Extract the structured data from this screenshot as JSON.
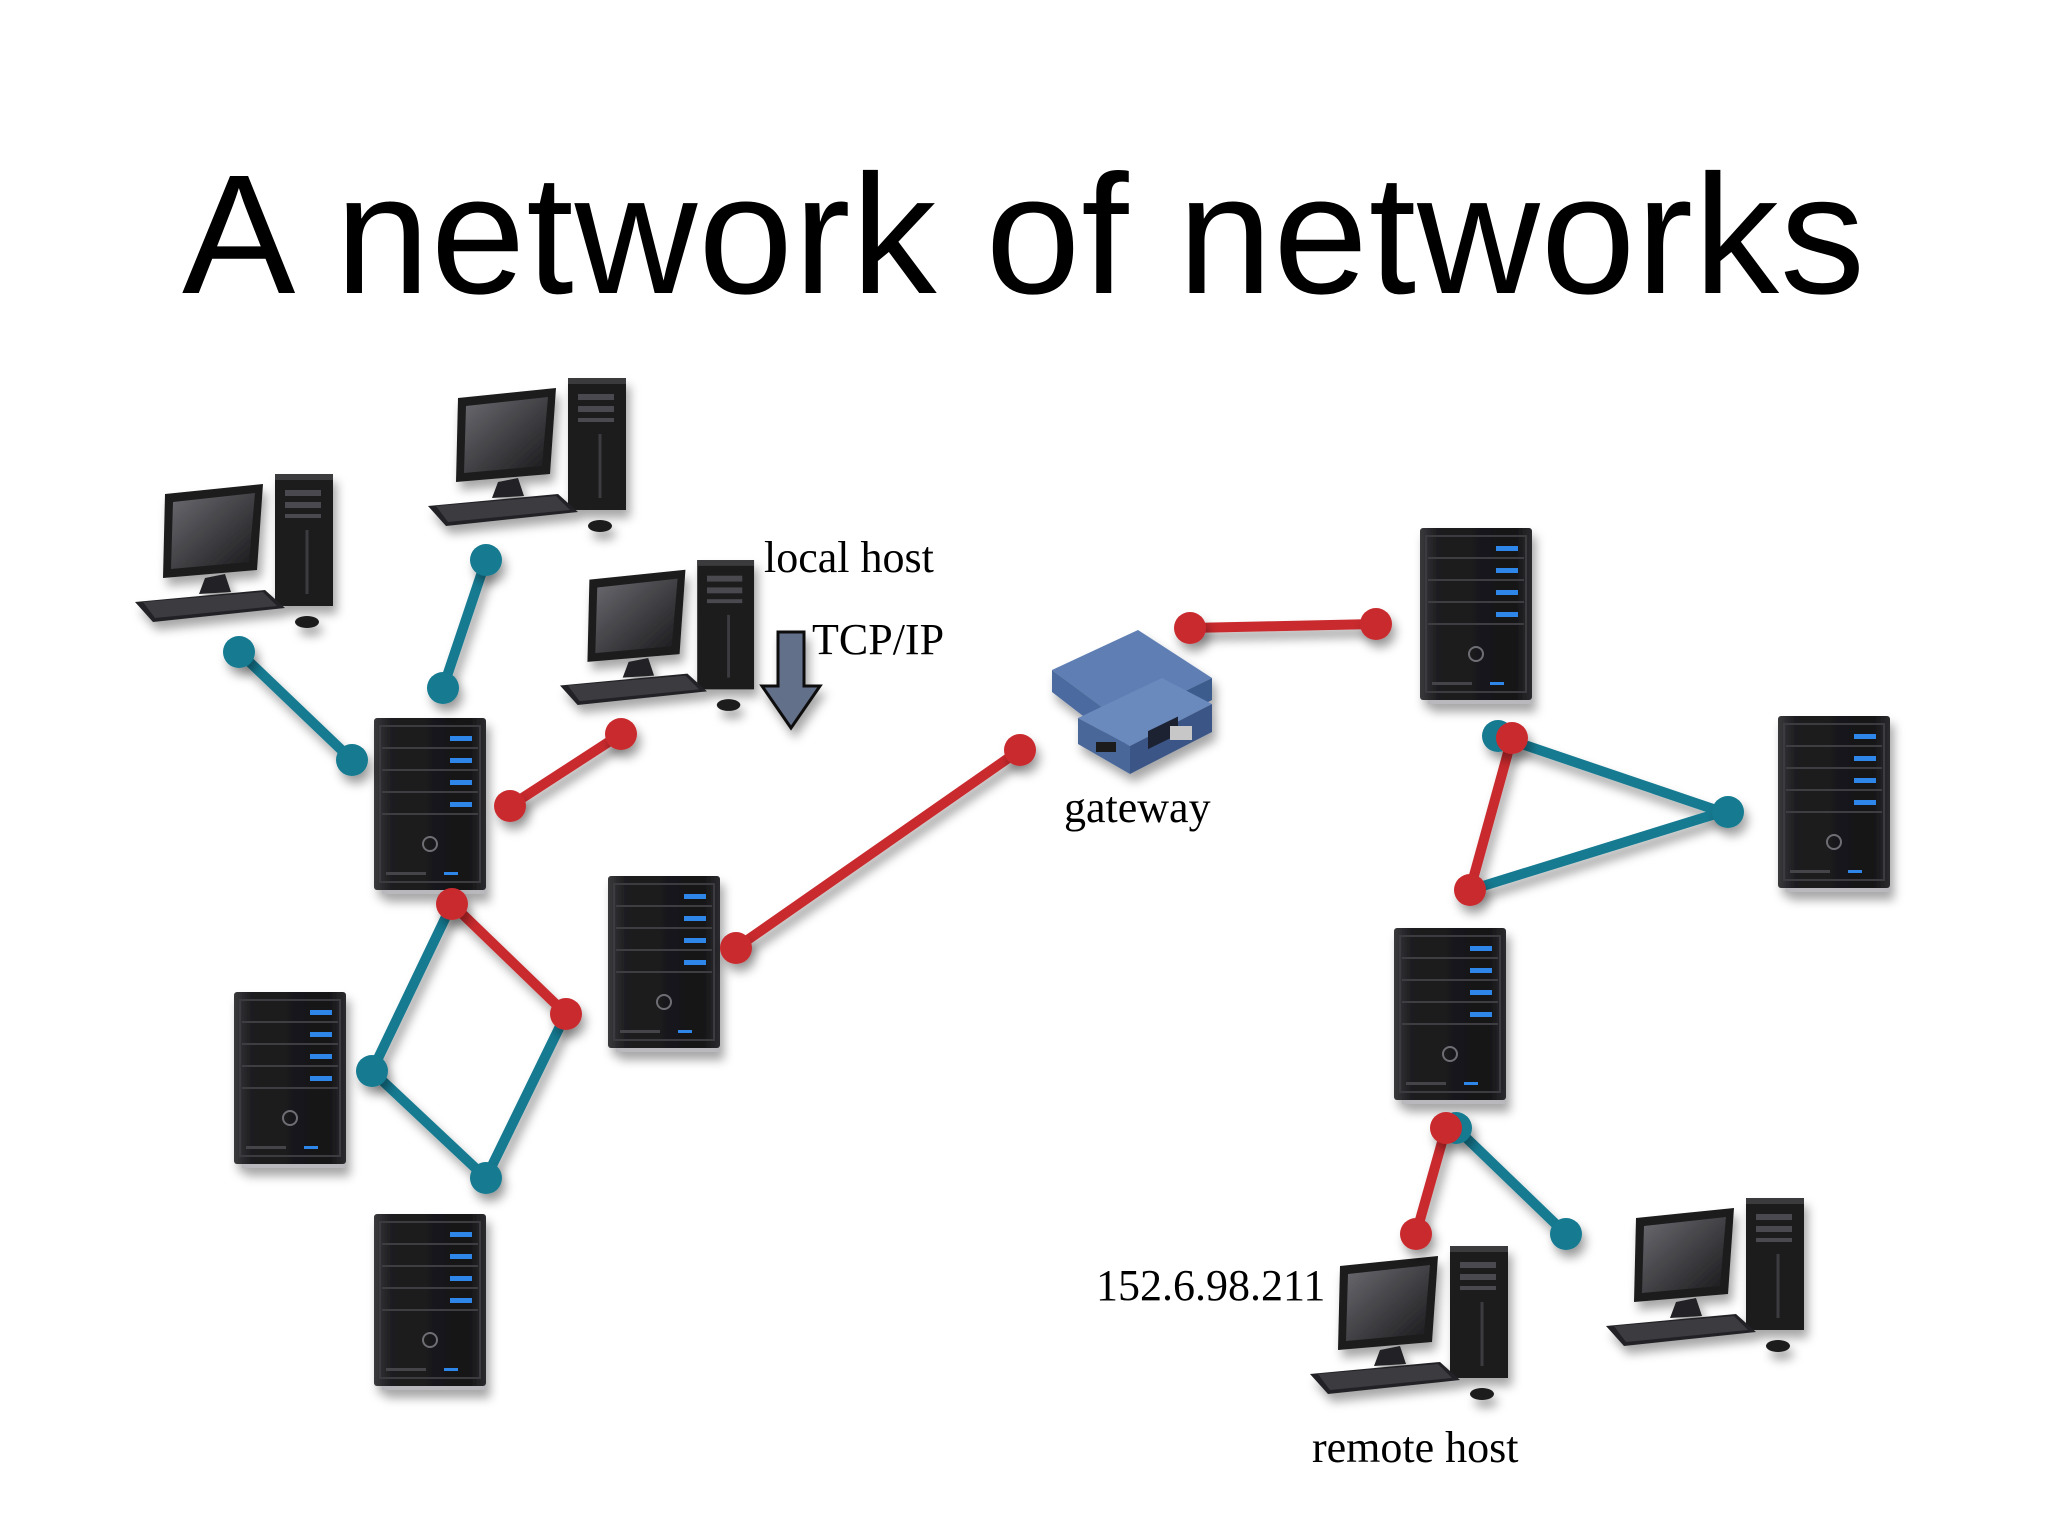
{
  "title": "A network of networks",
  "labels": {
    "local_host": "local host",
    "protocol": "TCP/IP",
    "gateway": "gateway",
    "remote_address": "152.6.98.211",
    "remote_host": "remote host"
  },
  "colors": {
    "blue_link": "#137a91",
    "red_link": "#c92a2e",
    "server_body": "#1c1c1e",
    "server_light": "#2f86e8",
    "arrow": "#64708a"
  },
  "icons": {
    "workstation": "desktop-computer-icon",
    "server": "tower-server-icon",
    "gateway": "network-gateway-icon",
    "arrow": "down-arrow-icon"
  }
}
